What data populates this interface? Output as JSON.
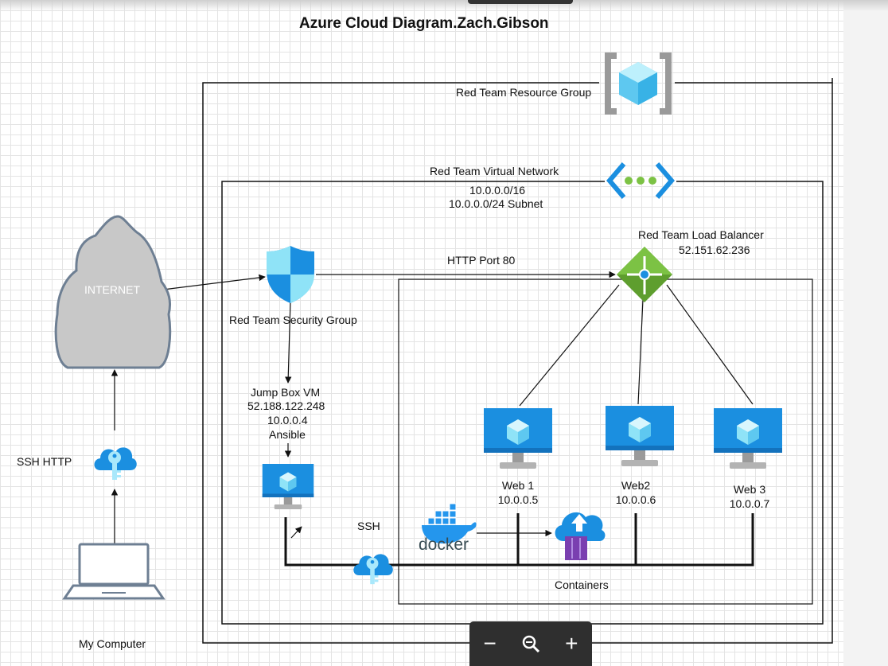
{
  "title": "Azure Cloud Diagram.Zach.Gibson",
  "labels": {
    "resource_group": "Red Team Resource Group",
    "virtual_network": "Red Team Virtual Network",
    "vnet_cidr": "10.0.0.0/16",
    "subnet": "10.0.0.0/24 Subnet",
    "load_balancer": "Red Team Load Balancer",
    "load_balancer_ip": "52.151.62.236",
    "http_port": "HTTP Port 80",
    "internet": "INTERNET",
    "security_group": "Red Team Security Group",
    "jumpbox_name": "Jump Box VM",
    "jumpbox_public_ip": "52.188.122.248",
    "jumpbox_private_ip": "10.0.0.4",
    "jumpbox_tool": "Ansible",
    "ssh_http": "SSH HTTP",
    "ssh": "SSH",
    "my_computer": "My Computer",
    "containers": "Containers",
    "docker": "docker"
  },
  "web_servers": [
    {
      "name": "Web 1",
      "ip": "10.0.0.5"
    },
    {
      "name": "Web2",
      "ip": "10.0.0.6"
    },
    {
      "name": "Web 3",
      "ip": "10.0.0.7"
    }
  ],
  "zoom": {
    "out": "−",
    "reset": "⌕",
    "in": "+"
  },
  "colors": {
    "azure_blue": "#1b8fe0",
    "azure_light": "#5ec8f0",
    "lb_green": "#5e9e2e",
    "cloud_gray": "#c8c8c8",
    "docker_blue": "#2496ed",
    "container_purple": "#7a3fb0"
  }
}
